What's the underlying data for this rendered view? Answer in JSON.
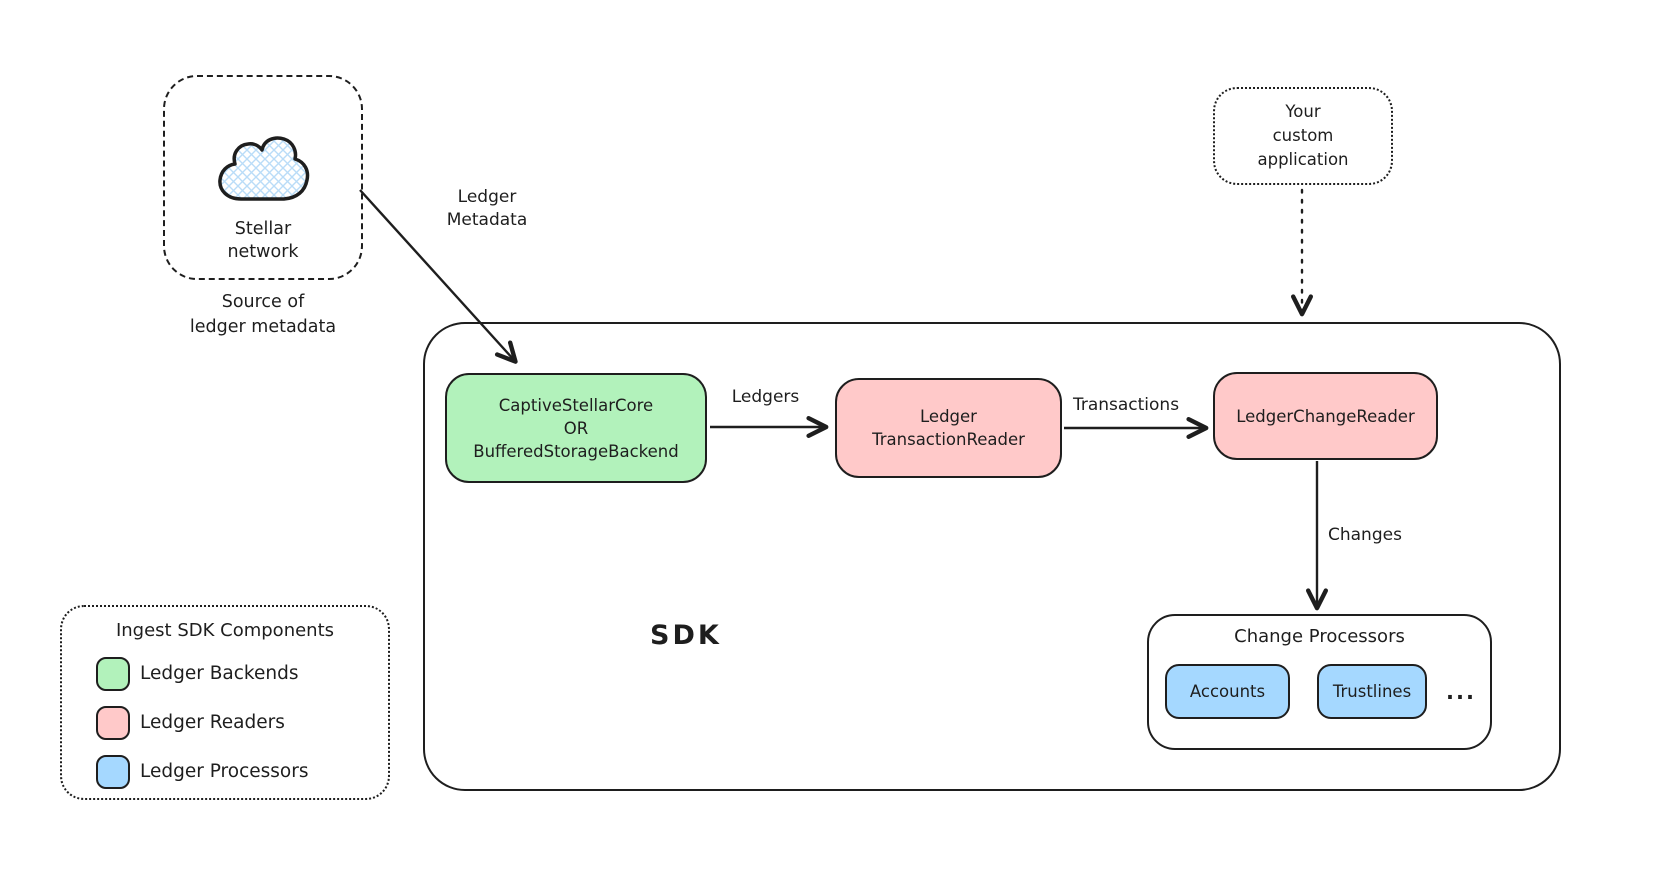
{
  "colors": {
    "stroke": "#1e1e1e",
    "ledger_backend_green": "#b2f2bb",
    "ledger_reader_pink": "#ffc9c9",
    "ledger_processor_blue": "#a5d8ff",
    "cloud_hatch_blue": "#b9dcf8",
    "background": "#ffffff"
  },
  "source": {
    "label": "Stellar\nnetwork",
    "caption": "Source of\nledger metadata"
  },
  "custom_app": {
    "label": "Your\ncustom\napplication"
  },
  "sdk": {
    "label": "SDK",
    "backend_label": "CaptiveStellarCore\nOR\nBufferedStorageBackend",
    "transaction_reader_label": "Ledger\nTransactionReader",
    "change_reader_label": "LedgerChangeReader",
    "change_processors": {
      "title": "Change Processors",
      "items": [
        "Accounts",
        "Trustlines"
      ],
      "more": "..."
    }
  },
  "edges": {
    "ledger_metadata": "Ledger\nMetadata",
    "ledgers": "Ledgers",
    "transactions": "Transactions",
    "changes": "Changes"
  },
  "legend": {
    "title": "Ingest SDK Components",
    "items": [
      {
        "label": "Ledger Backends",
        "color": "#b2f2bb"
      },
      {
        "label": "Ledger Readers",
        "color": "#ffc9c9"
      },
      {
        "label": "Ledger Processors",
        "color": "#a5d8ff"
      }
    ]
  }
}
